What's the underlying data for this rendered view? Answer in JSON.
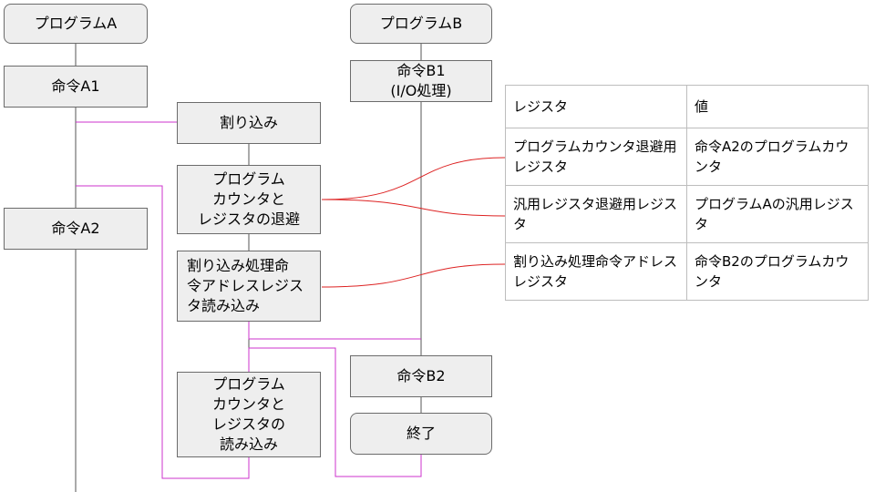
{
  "nodes": {
    "program_a": "プログラムA",
    "instr_a1": "命令A1",
    "instr_a2": "命令A2",
    "program_b": "プログラムB",
    "instr_b1": "命令B1\n(I/O処理)",
    "interrupt": "割り込み",
    "save_regs": "プログラム\nカウンタと\nレジスタの退避",
    "read_handler": "割り込み処理命\n令アドレスレジス\nタ読み込み",
    "instr_b2": "命令B2",
    "end": "終了",
    "restore_regs": "プログラム\nカウンタと\nレジスタの\n読み込み"
  },
  "register_table": {
    "headers": [
      "レジスタ",
      "値"
    ],
    "rows": [
      [
        "プログラムカウンタ退避用レジスタ",
        "命令A2のプログラムカウンタ"
      ],
      [
        "汎用レジスタ退避用レジスタ",
        "プログラムAの汎用レジスタ"
      ],
      [
        "割り込み処理命令アドレスレジスタ",
        "命令B2のプログラムカウンタ"
      ]
    ]
  },
  "colors": {
    "box_fill": "#eeeeee",
    "box_border": "#6b6b6b",
    "lifeline": "#555555",
    "flow_line": "#cc33cc",
    "link_line": "#dd2222",
    "table_border": "#bdbdbd"
  }
}
